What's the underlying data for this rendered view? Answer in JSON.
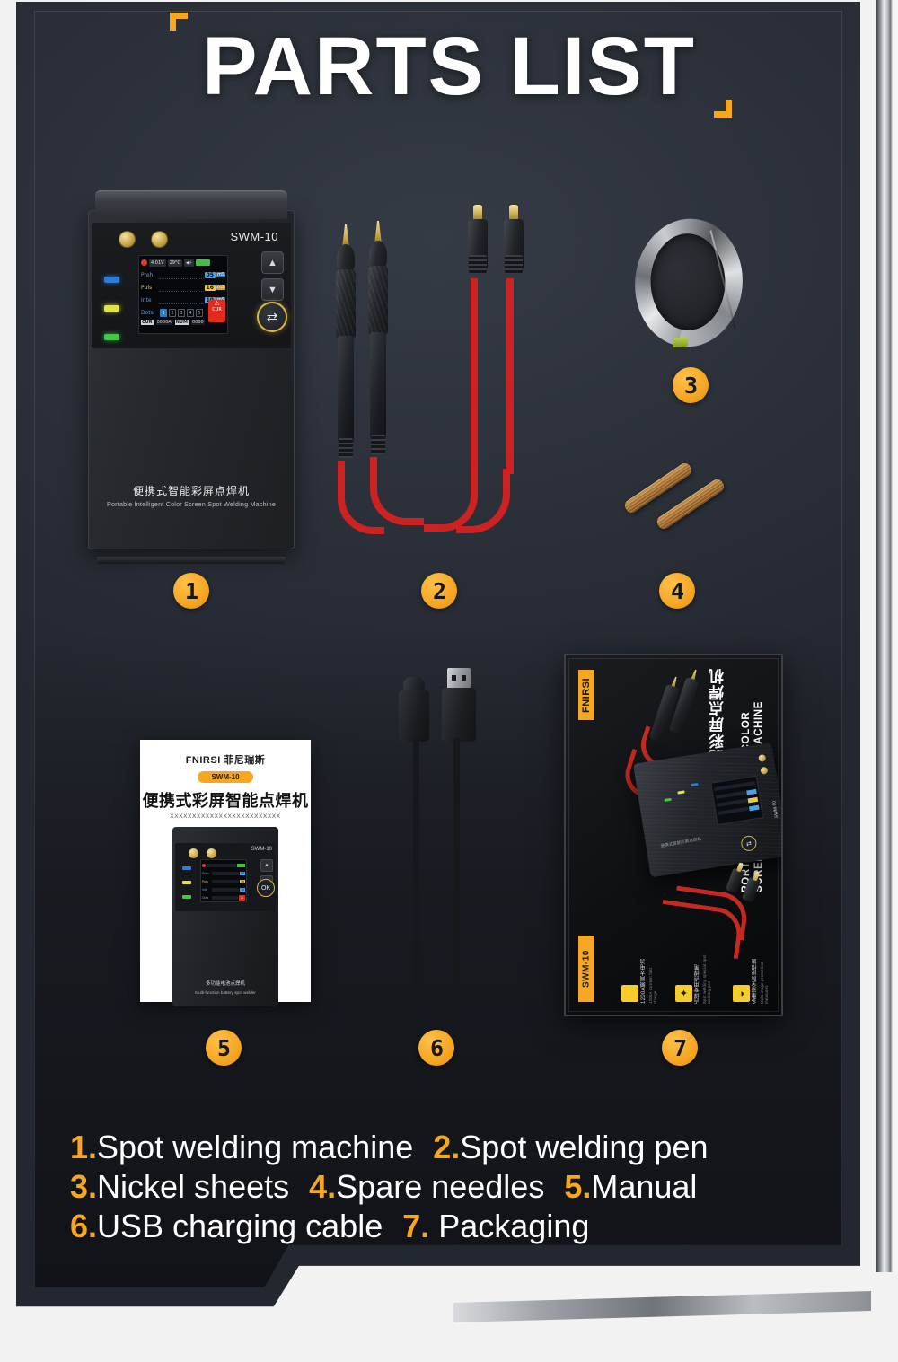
{
  "header": {
    "title": "PARTS LIST",
    "accent_color": "#f5a623",
    "bracket_icon": "corner-bracket"
  },
  "theme": {
    "panel_background": "#2c313a",
    "page_background": "#f2f2f2",
    "accent": "#f5a623",
    "text": "#ffffff"
  },
  "items": [
    {
      "badge": "1",
      "name": "spot-welding-machine"
    },
    {
      "badge": "2",
      "name": "spot-welding-pen"
    },
    {
      "badge": "3",
      "name": "nickel-sheets"
    },
    {
      "badge": "4",
      "name": "spare-needles"
    },
    {
      "badge": "5",
      "name": "manual"
    },
    {
      "badge": "6",
      "name": "usb-charging-cable"
    },
    {
      "badge": "7",
      "name": "packaging"
    }
  ],
  "device": {
    "model": "SWM-10",
    "label_cn": "便携式智能彩屏点焊机",
    "label_en": "Portable Intelligent Color Screen Spot Welding Machine",
    "screen": {
      "voltage": "4.01V",
      "temperature": "29°C",
      "battery_icon": "battery-full-icon",
      "record_icon": "record-dot-icon",
      "sound_icon": "speaker-icon",
      "rows": [
        {
          "label": "Preh",
          "value": "05",
          "unit": "mS"
        },
        {
          "label": "Puls",
          "value": "16",
          "unit": "mS"
        },
        {
          "label": "Inte",
          "value": "10",
          "unit": "mS"
        }
      ],
      "dots_label": "Dots",
      "dots": [
        "1",
        "2",
        "3",
        "4",
        "5"
      ],
      "warn_icon": "warning-triangle-icon",
      "warn_text": "CUR",
      "footer": [
        {
          "key": "CUR",
          "val": "0000A"
        },
        {
          "key": "NUM",
          "val": "0000"
        }
      ]
    },
    "buttons": {
      "up": "▲",
      "down": "▼",
      "ok": "⇄"
    },
    "leds": [
      "blue",
      "yellow",
      "green"
    ]
  },
  "manual": {
    "brand": "FNIRSI 菲尼瑞斯",
    "model_badge": "SWM-10",
    "title_cn": "便携式彩屏智能点焊机",
    "subtitle": "XXXXXXXXXXXXXXXXXXXXXXXXX",
    "device_model": "SWM-10",
    "device_ok": "OK",
    "foot_cn": "多功能电池点焊机",
    "foot_en": "Multi-function battery spot welder"
  },
  "packaging": {
    "brand": "FNIRSI",
    "model": "SWM-10",
    "title_en": "PORTABLE INTELLIGENT COLOR SCREEN SPOT WELDING MACHINE",
    "title_cn": "便携式智能彩屏点焊机",
    "device_model": "SWM-10",
    "device_ok": "⇄",
    "device_caption": "便携式智能彩屏点焊机",
    "features": [
      {
        "icon": "high-current-icon",
        "title": "1200A瞬间大电流",
        "sub": "1200A Current fast charge"
      },
      {
        "icon": "welding-pen-icon",
        "title": "点焊专用点焊笔",
        "sub": "Spot welding special spot welding pen"
      },
      {
        "icon": "protection-icon",
        "title": "多重安全防护措施",
        "sub": "Multi-stage protection measures"
      }
    ]
  },
  "legend": {
    "lines": [
      [
        {
          "num": "1.",
          "text": "Spot welding machine"
        },
        {
          "num": "2.",
          "text": "Spot welding pen"
        }
      ],
      [
        {
          "num": "3.",
          "text": "Nickel sheets"
        },
        {
          "num": "4.",
          "text": "Spare needles"
        },
        {
          "num": "5.",
          "text": "Manual"
        }
      ],
      [
        {
          "num": "6.",
          "text": "USB charging cable"
        },
        {
          "num": "7.",
          "text": " Packaging"
        }
      ]
    ]
  }
}
